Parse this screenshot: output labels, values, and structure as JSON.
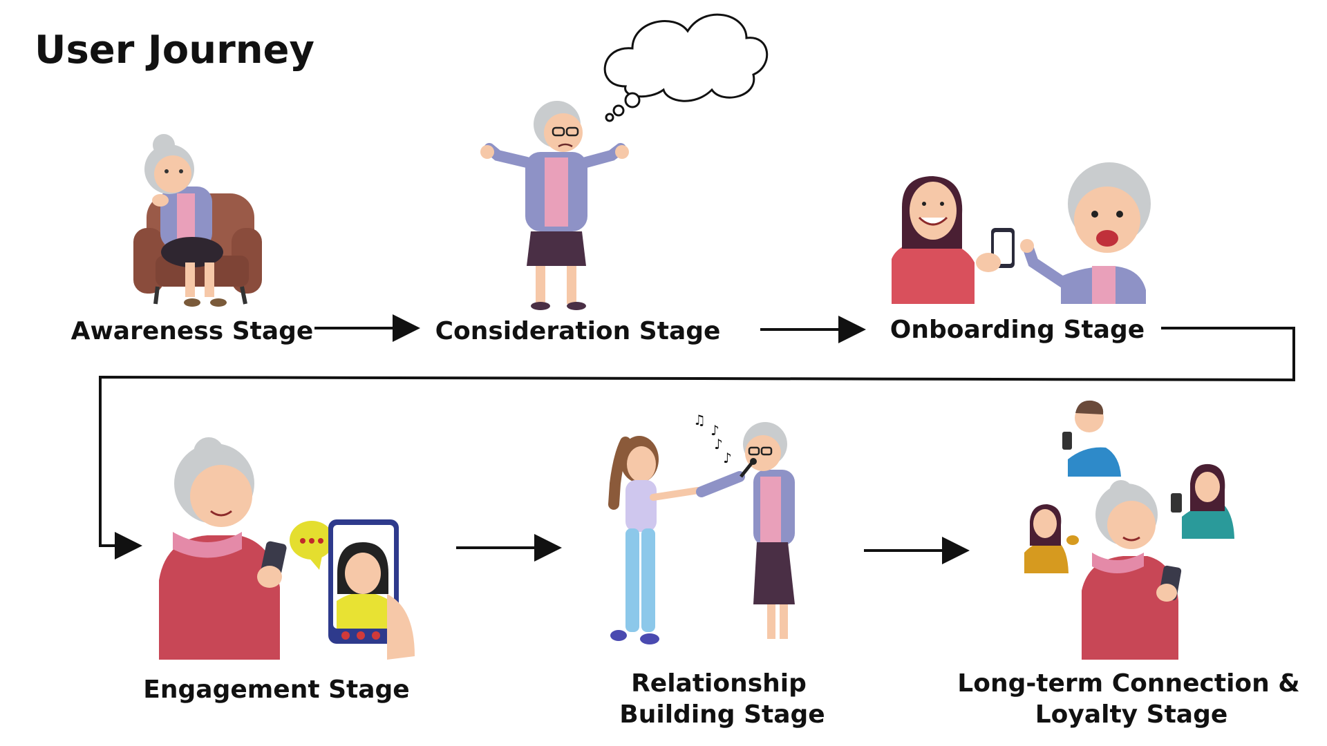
{
  "title": "User Journey",
  "stages": [
    {
      "label": "Awareness Stage"
    },
    {
      "label": "Consideration Stage"
    },
    {
      "label": "Onboarding Stage"
    },
    {
      "label": "Engagement Stage"
    },
    {
      "label_line1": "Relationship",
      "label_line2": "Building Stage"
    },
    {
      "label_line1": "Long-term Connection &",
      "label_line2": "Loyalty Stage"
    }
  ],
  "colors": {
    "skin": "#F6C8A8",
    "hair_grey": "#C9CCCE",
    "cardigan_purple": "#8E92C6",
    "blouse_pink": "#E9A0BA",
    "skirt_dark": "#4A2F45",
    "sweater_red": "#C84756",
    "armchair_brown": "#9A5A48",
    "phone_blue": "#2E3A8C"
  }
}
